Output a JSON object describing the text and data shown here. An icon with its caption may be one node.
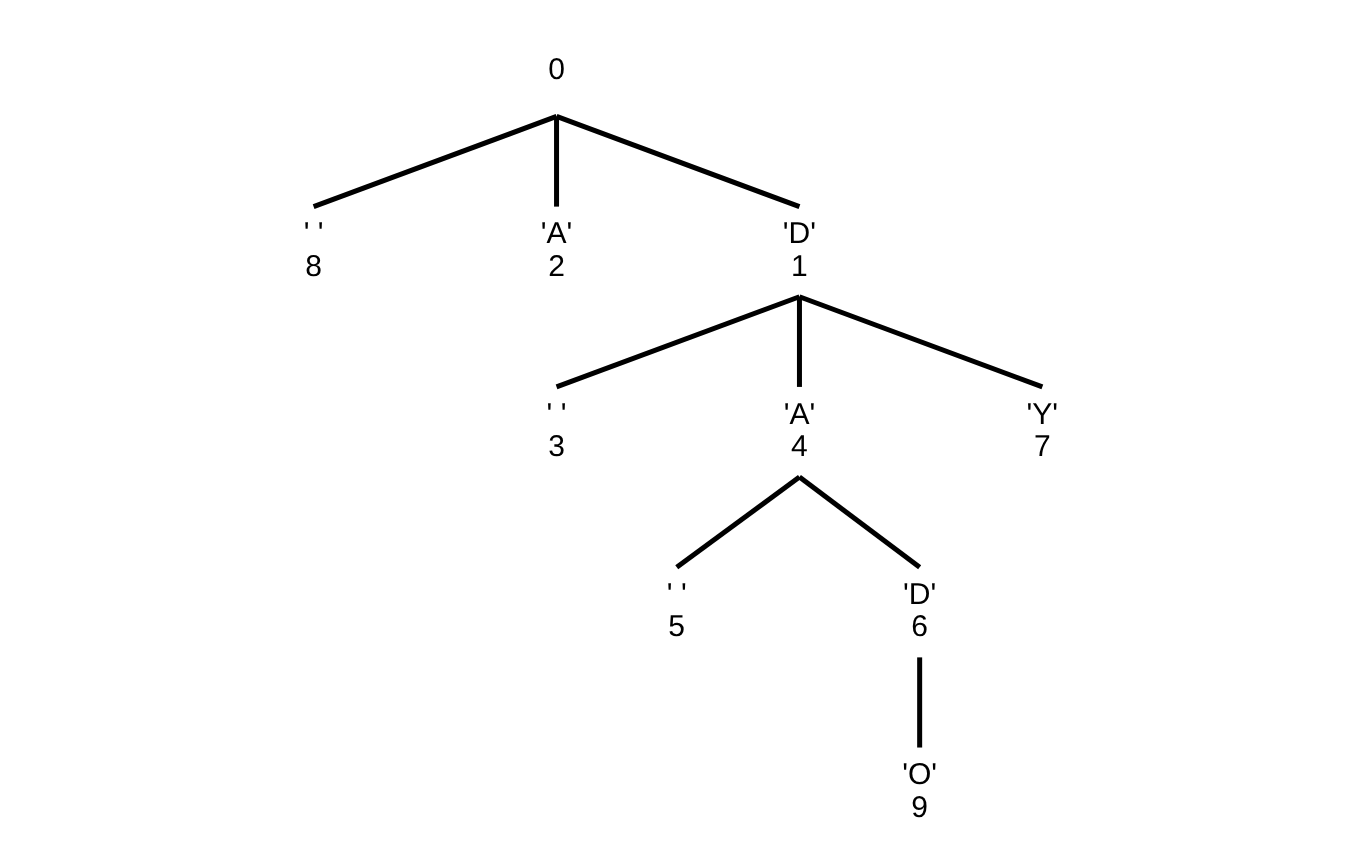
{
  "diagram": {
    "nodes": [
      {
        "text": [
          "0"
        ]
      },
      {
        "text": [
          "' '",
          "8"
        ]
      },
      {
        "text": [
          "'A'",
          "2"
        ]
      },
      {
        "text": [
          "'D'",
          "1"
        ]
      },
      {
        "text": [
          "' '",
          "3"
        ]
      },
      {
        "text": [
          "'A'",
          "4"
        ]
      },
      {
        "text": [
          "'Y'",
          "7"
        ]
      },
      {
        "text": [
          "' '",
          "5"
        ]
      },
      {
        "text": [
          "'D'",
          "6"
        ]
      },
      {
        "text": [
          "'O'",
          "9"
        ]
      }
    ],
    "edges": [
      {
        "from": 0,
        "to": 1,
        "arrow": "none"
      },
      {
        "from": 0,
        "to": 2,
        "arrow": "none"
      },
      {
        "from": 0,
        "to": 3,
        "arrow": "none"
      },
      {
        "from": 3,
        "to": 4,
        "arrow": "none"
      },
      {
        "from": 3,
        "to": 5,
        "arrow": "none"
      },
      {
        "from": 3,
        "to": 6,
        "arrow": "none"
      },
      {
        "from": 5,
        "to": 7,
        "arrow": "none"
      },
      {
        "from": 5,
        "to": 8,
        "arrow": "none"
      },
      {
        "from": 8,
        "to": 9,
        "arrow": "none"
      }
    ]
  }
}
